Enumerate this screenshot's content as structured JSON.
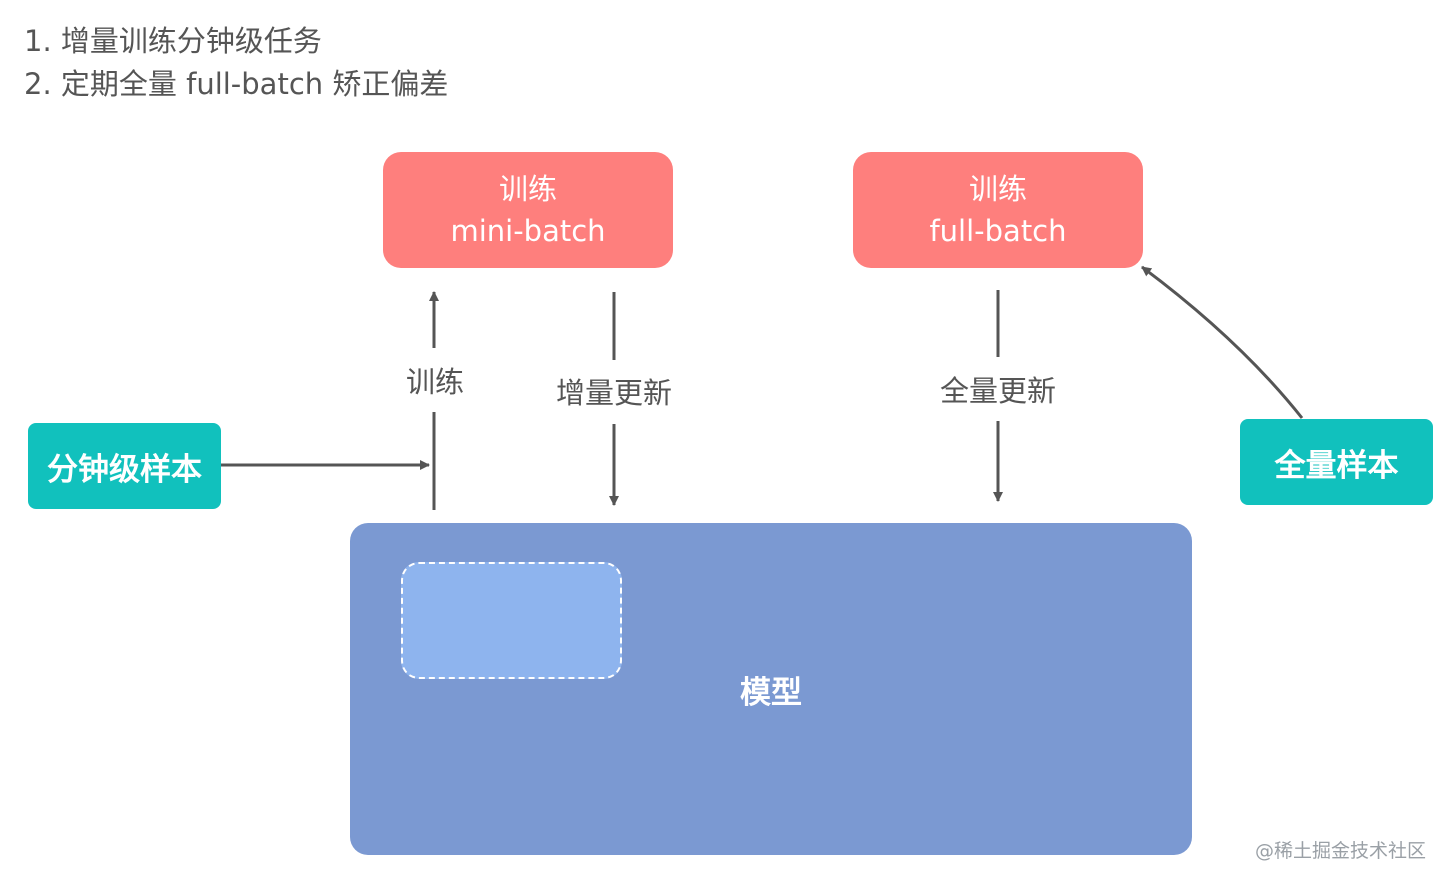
{
  "notes": [
    "1. 增量训练分钟级任务",
    "2. 定期全量 full-batch 矫正偏差"
  ],
  "nodes": {
    "train_mini": {
      "line1": "训练",
      "line2": "mini-batch"
    },
    "train_full": {
      "line1": "训练",
      "line2": "full-batch"
    },
    "sample_minute": "分钟级样本",
    "sample_full": "全量样本",
    "model": "模型"
  },
  "edges": {
    "train_label": "训练",
    "incremental_update_label": "增量更新",
    "full_update_label": "全量更新"
  },
  "colors": {
    "train_box": "#fe7f7d",
    "sample_box": "#11c1bd",
    "model_box": "#7b99d2",
    "model_sub_box": "#8eb4ee",
    "arrow": "#555555"
  },
  "watermark": "@稀土掘金技术社区"
}
